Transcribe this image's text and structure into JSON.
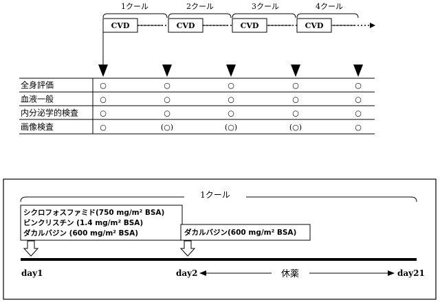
{
  "schedule": {
    "cycles": [
      {
        "label": "1クール",
        "drug": "CVD"
      },
      {
        "label": "2クール",
        "drug": "CVD"
      },
      {
        "label": "3クール",
        "drug": "CVD"
      },
      {
        "label": "4クール",
        "drug": "CVD"
      }
    ],
    "rows": [
      {
        "label": "全身評価",
        "marks": [
          "○",
          "○",
          "○",
          "○",
          "○"
        ]
      },
      {
        "label": "血液一般",
        "marks": [
          "○",
          "○",
          "○",
          "○",
          "○"
        ]
      },
      {
        "label": "内分泌学的検査",
        "marks": [
          "○",
          "○",
          "○",
          "○",
          "○"
        ]
      },
      {
        "label": "画像検査",
        "marks": [
          "○",
          "(○)",
          "(○)",
          "(○)",
          "○"
        ]
      }
    ]
  },
  "cycle_detail": {
    "title": "1クール",
    "drugs_day1": [
      "シクロフォスファミド(750 mg/m² BSA)",
      "ビンクリスチン (1.4 mg/m² BSA)",
      "ダカルバジン (600 mg/m² BSA)"
    ],
    "drugs_day2": [
      "ダカルバジン(600 mg/m² BSA)"
    ],
    "day_labels": {
      "day1": "day1",
      "day2": "day2",
      "day21": "day21"
    },
    "rest_label": "休薬"
  }
}
